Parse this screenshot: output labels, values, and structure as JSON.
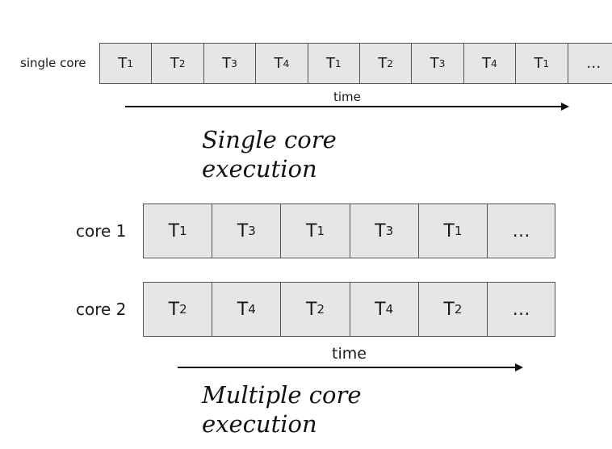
{
  "single": {
    "label": "single core",
    "tasks": [
      {
        "base": "T",
        "sub": "1"
      },
      {
        "base": "T",
        "sub": "2"
      },
      {
        "base": "T",
        "sub": "3"
      },
      {
        "base": "T",
        "sub": "4"
      },
      {
        "base": "T",
        "sub": "1"
      },
      {
        "base": "T",
        "sub": "2"
      },
      {
        "base": "T",
        "sub": "3"
      },
      {
        "base": "T",
        "sub": "4"
      },
      {
        "base": "T",
        "sub": "1"
      },
      {
        "base": "…",
        "sub": ""
      }
    ],
    "time_label": "time",
    "caption_line1": "Single core",
    "caption_line2": "execution"
  },
  "multi": {
    "core1": {
      "label": "core 1",
      "tasks": [
        {
          "base": "T",
          "sub": "1"
        },
        {
          "base": "T",
          "sub": "3"
        },
        {
          "base": "T",
          "sub": "1"
        },
        {
          "base": "T",
          "sub": "3"
        },
        {
          "base": "T",
          "sub": "1"
        },
        {
          "base": "…",
          "sub": ""
        }
      ]
    },
    "core2": {
      "label": "core 2",
      "tasks": [
        {
          "base": "T",
          "sub": "2"
        },
        {
          "base": "T",
          "sub": "4"
        },
        {
          "base": "T",
          "sub": "2"
        },
        {
          "base": "T",
          "sub": "4"
        },
        {
          "base": "T",
          "sub": "2"
        },
        {
          "base": "…",
          "sub": ""
        }
      ]
    },
    "time_label": "time",
    "caption_line1": "Multiple core",
    "caption_line2": "execution"
  }
}
